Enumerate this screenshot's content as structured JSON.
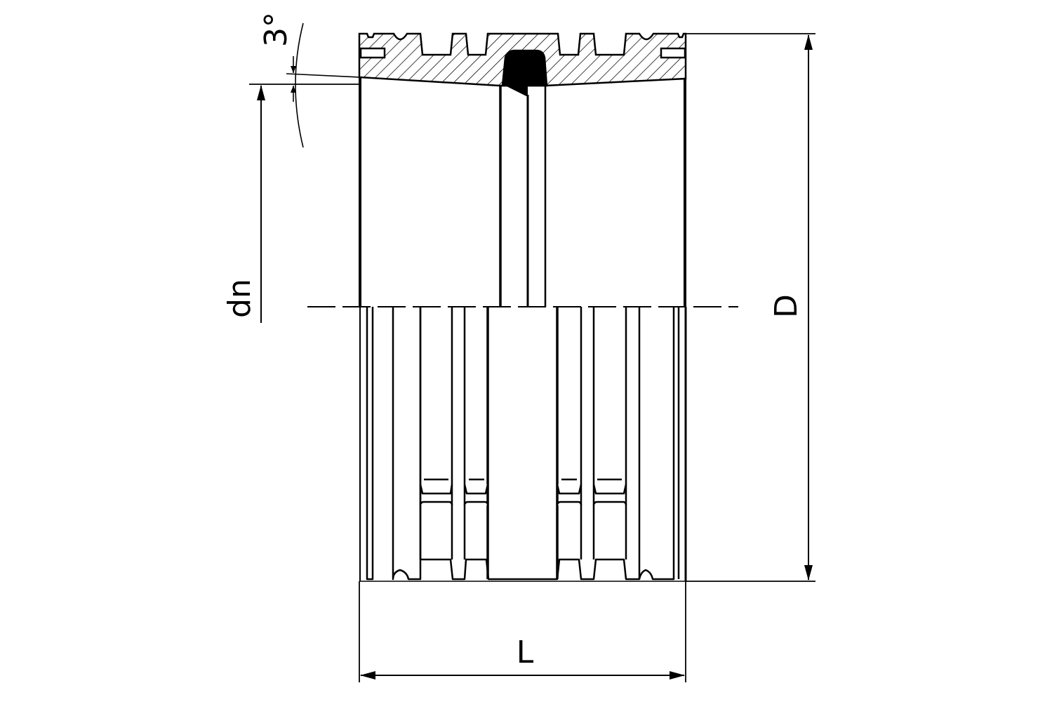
{
  "drawing": {
    "title_labels": {
      "angle": "3°",
      "inner_diameter": "dn",
      "outer_diameter": "D",
      "length": "L"
    },
    "colors": {
      "line": "#000000",
      "background": "#ffffff"
    }
  }
}
